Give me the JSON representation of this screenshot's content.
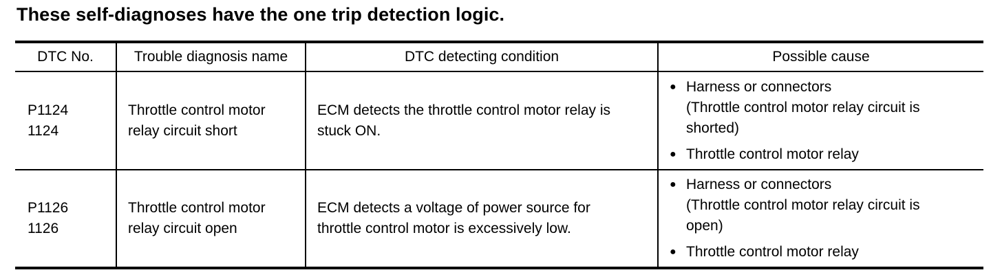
{
  "heading": "These self-diagnoses have the one trip detection logic.",
  "table": {
    "columns": [
      "DTC No.",
      "Trouble diagnosis name",
      "DTC detecting condition",
      "Possible cause"
    ],
    "rows": [
      {
        "dtc": [
          "P1124",
          "1124"
        ],
        "name": [
          "Throttle control motor",
          "relay circuit short"
        ],
        "condition": [
          "ECM detects the throttle control motor relay is",
          "stuck ON."
        ],
        "causes": [
          {
            "lines": [
              "Harness or connectors",
              "(Throttle control motor relay circuit is",
              "shorted)"
            ]
          },
          {
            "lines": [
              "Throttle control motor relay"
            ]
          }
        ]
      },
      {
        "dtc": [
          "P1126",
          "1126"
        ],
        "name": [
          "Throttle control motor",
          "relay circuit open"
        ],
        "condition": [
          "ECM detects a voltage of power source for",
          "throttle control motor is excessively low."
        ],
        "causes": [
          {
            "lines": [
              "Harness or connectors",
              "(Throttle control motor relay circuit is",
              "open)"
            ]
          },
          {
            "lines": [
              "Throttle control motor relay"
            ]
          }
        ]
      }
    ]
  }
}
